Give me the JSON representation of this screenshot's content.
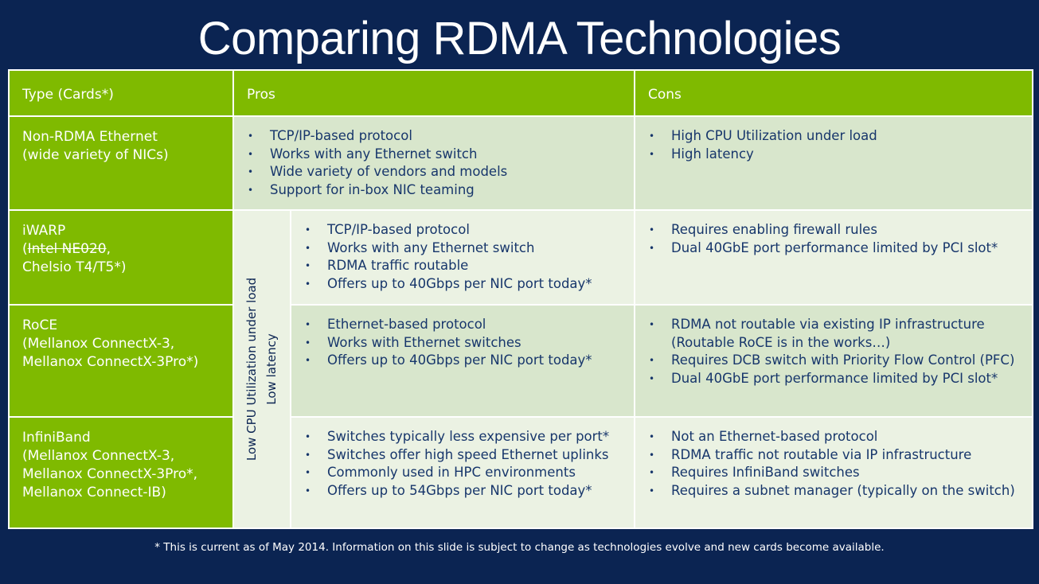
{
  "title": "Comparing RDMA Technologies",
  "table": {
    "headers": [
      "Type (Cards*)",
      "Pros",
      "Cons"
    ],
    "rows": [
      {
        "type_lines": [
          "Non-RDMA Ethernet",
          "(wide variety of NICs)"
        ],
        "pros": [
          "TCP/IP-based protocol",
          "Works with any Ethernet switch",
          "Wide variety of vendors and models",
          "Support for in-box NIC teaming"
        ],
        "cons": [
          "High CPU Utilization under load",
          "High latency"
        ]
      },
      {
        "type_lines": [
          "iWARP"
        ],
        "type_paren_open": "(",
        "type_struck": "Intel NE020",
        "type_after_struck": ",",
        "type_last": "Chelsio T4/T5*)",
        "pros": [
          "TCP/IP-based protocol",
          "Works with any Ethernet switch",
          "RDMA traffic routable",
          "Offers up to 40Gbps per NIC port today*"
        ],
        "cons": [
          "Requires enabling firewall rules",
          "Dual 40GbE port performance limited by PCI slot*"
        ]
      },
      {
        "type_lines": [
          "RoCE",
          "(Mellanox ConnectX-3,",
          "Mellanox ConnectX-3Pro*)"
        ],
        "pros": [
          "Ethernet-based protocol",
          "Works with Ethernet switches",
          "Offers up to 40Gbps per NIC port today*"
        ],
        "cons": [
          "RDMA not routable via existing IP infrastructure (Routable RoCE is in the works…)",
          "Requires DCB switch with Priority Flow Control (PFC)",
          "Dual 40GbE port performance limited by PCI slot*"
        ]
      },
      {
        "type_lines": [
          "InfiniBand",
          "(Mellanox ConnectX-3,",
          "Mellanox ConnectX-3Pro*,",
          "Mellanox Connect-IB)"
        ],
        "pros": [
          "Switches typically less expensive per port*",
          "Switches offer high speed Ethernet uplinks",
          "Commonly used in HPC environments",
          "Offers up to 54Gbps per NIC port today*"
        ],
        "cons": [
          "Not an Ethernet-based protocol",
          "RDMA traffic not routable via IP infrastructure",
          "Requires InfiniBand switches",
          "Requires a subnet manager (typically on the switch)"
        ]
      }
    ],
    "shared_pros": [
      "Low CPU Utilization under load",
      "Low latency"
    ]
  },
  "footnote": "* This is current as of May 2014. Information on this slide is subject to change as technologies  evolve and new cards become available.",
  "colors": {
    "background": "#0b2452",
    "header_green": "#7fba00",
    "row_light": "#ebf2e3",
    "row_dark": "#d8e6cc",
    "body_text": "#17366b"
  }
}
